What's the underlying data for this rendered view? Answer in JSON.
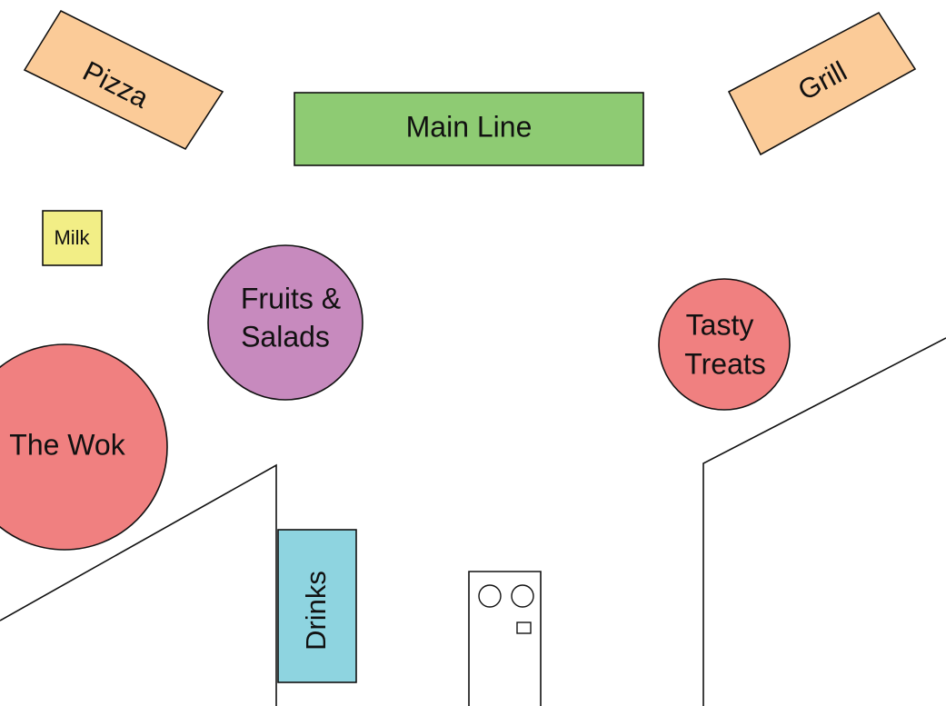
{
  "stations": {
    "pizza": {
      "label": "Pizza",
      "color": "#FBCB98"
    },
    "main_line": {
      "label": "Main Line",
      "color": "#8ECB73"
    },
    "grill": {
      "label": "Grill",
      "color": "#FBCB98"
    },
    "milk": {
      "label": "Milk",
      "color": "#F2EE86"
    },
    "fruits_salads": {
      "label_line1": "Fruits &",
      "label_line2": "Salads",
      "color": "#C78ABE"
    },
    "tasty_treats": {
      "label_line1": "Tasty",
      "label_line2": "Treats",
      "color": "#F08080"
    },
    "the_wok": {
      "label": "The Wok",
      "color": "#F08080"
    },
    "drinks": {
      "label": "Drinks",
      "color": "#8ED4E0"
    }
  },
  "outline_color": "#111111"
}
